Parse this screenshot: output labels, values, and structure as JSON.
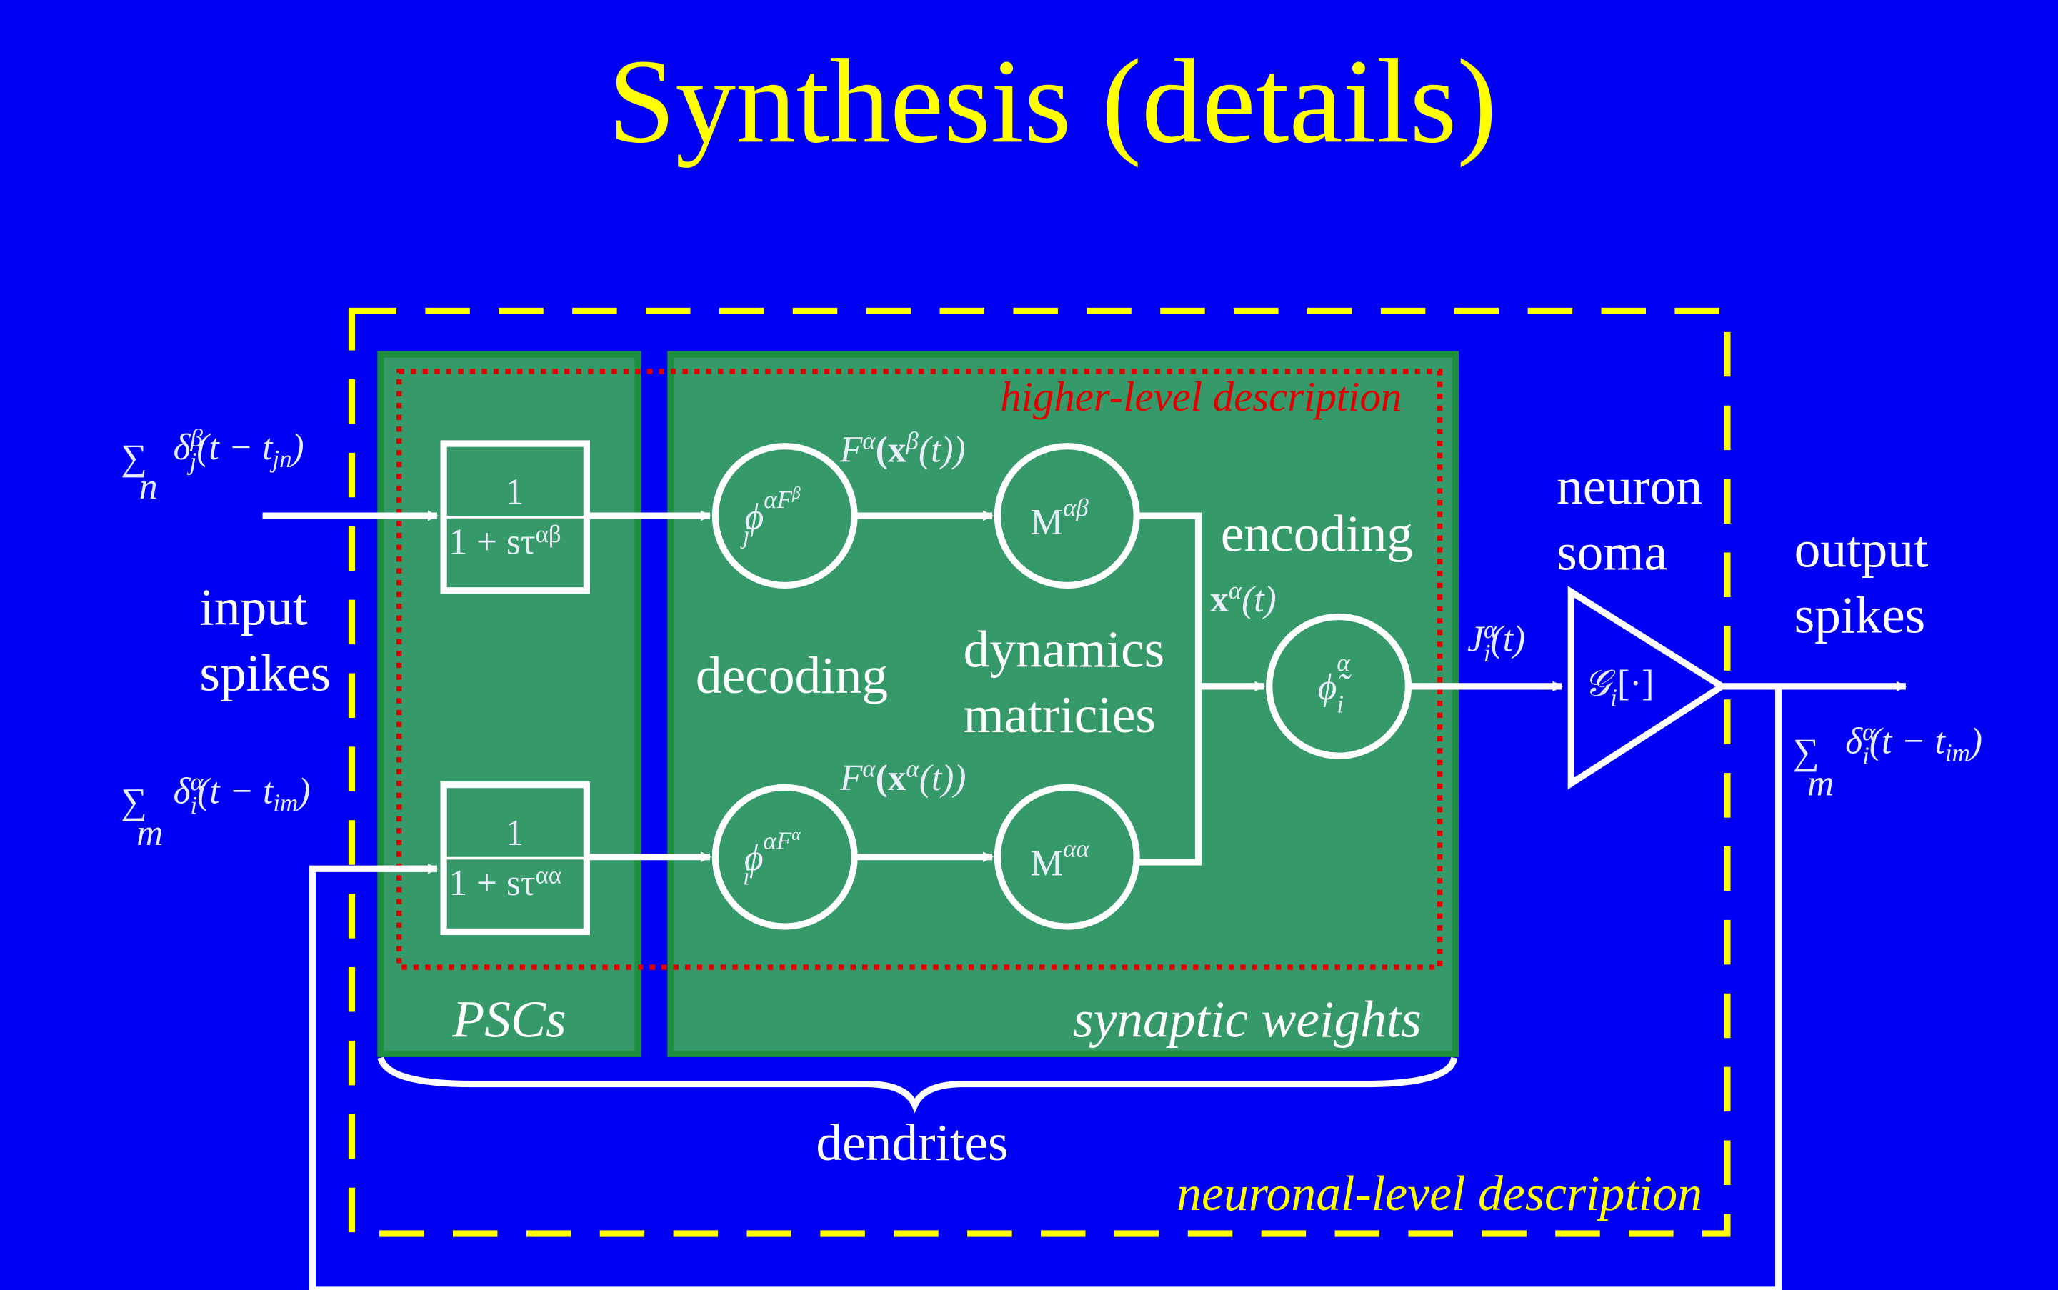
{
  "title": "Synthesis (details)",
  "colors": {
    "background": "#0000f5",
    "title": "#ffff00",
    "green_block": "#36996a",
    "green_border": "#1e8f3c",
    "neuronal_box": "#ffff00",
    "higher_level_box": "#e00000",
    "lines": "#ffffff"
  },
  "labels": {
    "higher_level": "higher-level description",
    "neuronal_level": "neuronal-level description",
    "pscs": "PSCs",
    "synaptic_weights": "synaptic weights",
    "dendrites": "dendrites",
    "input_spikes": [
      "input",
      "spikes"
    ],
    "decoding": "decoding",
    "dynamics_matrices": [
      "dynamics",
      "matricies"
    ],
    "encoding": "encoding",
    "neuron_soma": [
      "neuron",
      "soma"
    ],
    "output_spikes": [
      "output",
      "spikes"
    ]
  },
  "math": {
    "input_beta": {
      "sum": "∑",
      "sub": "n",
      "body": "δ",
      "sup": "β",
      "idx": "j",
      "args": "(t − t",
      "argsub": "jn",
      "close": ")"
    },
    "input_alpha": {
      "sum": "∑",
      "sub": "m",
      "body": "δ",
      "sup": "α",
      "idx": "i",
      "args": "(t − t",
      "argsub": "im",
      "close": ")"
    },
    "output_alpha": {
      "sum": "∑",
      "sub": "m",
      "body": "δ",
      "sup": "α",
      "idx": "i",
      "args": "(t − t",
      "argsub": "im",
      "close": ")"
    },
    "psc_top": {
      "num": "1",
      "den": "1 + sτ",
      "den_sup": "αβ"
    },
    "psc_bottom": {
      "num": "1",
      "den": "1 + sτ",
      "den_sup": "αα"
    },
    "phi_j": {
      "body": "ϕ",
      "sub": "j",
      "sup": "αF",
      "supsup": "β"
    },
    "phi_i": {
      "body": "ϕ",
      "sub": "i",
      "sup": "αF",
      "supsup": "α"
    },
    "m_ab": {
      "body": "M",
      "sup": "αβ"
    },
    "m_aa": {
      "body": "M",
      "sup": "αα"
    },
    "phi_tilde": {
      "body": "ϕ̃",
      "sub": "i",
      "sup": "α"
    },
    "f_top": {
      "f": "F",
      "fsup": "α",
      "open": "(x",
      "xsup": "β",
      "rest": "(t))"
    },
    "f_bottom": {
      "f": "F",
      "fsup": "α",
      "open": "(x",
      "xsup": "α",
      "rest": "(t))"
    },
    "x_alpha": {
      "x": "x",
      "sup": "α",
      "rest": "(t)"
    },
    "j_alpha": {
      "j": "J",
      "sub": "i",
      "sup": "α",
      "rest": "(t)"
    },
    "g_i": {
      "g": "𝒢",
      "sub": "i",
      "rest": "[·]"
    }
  }
}
